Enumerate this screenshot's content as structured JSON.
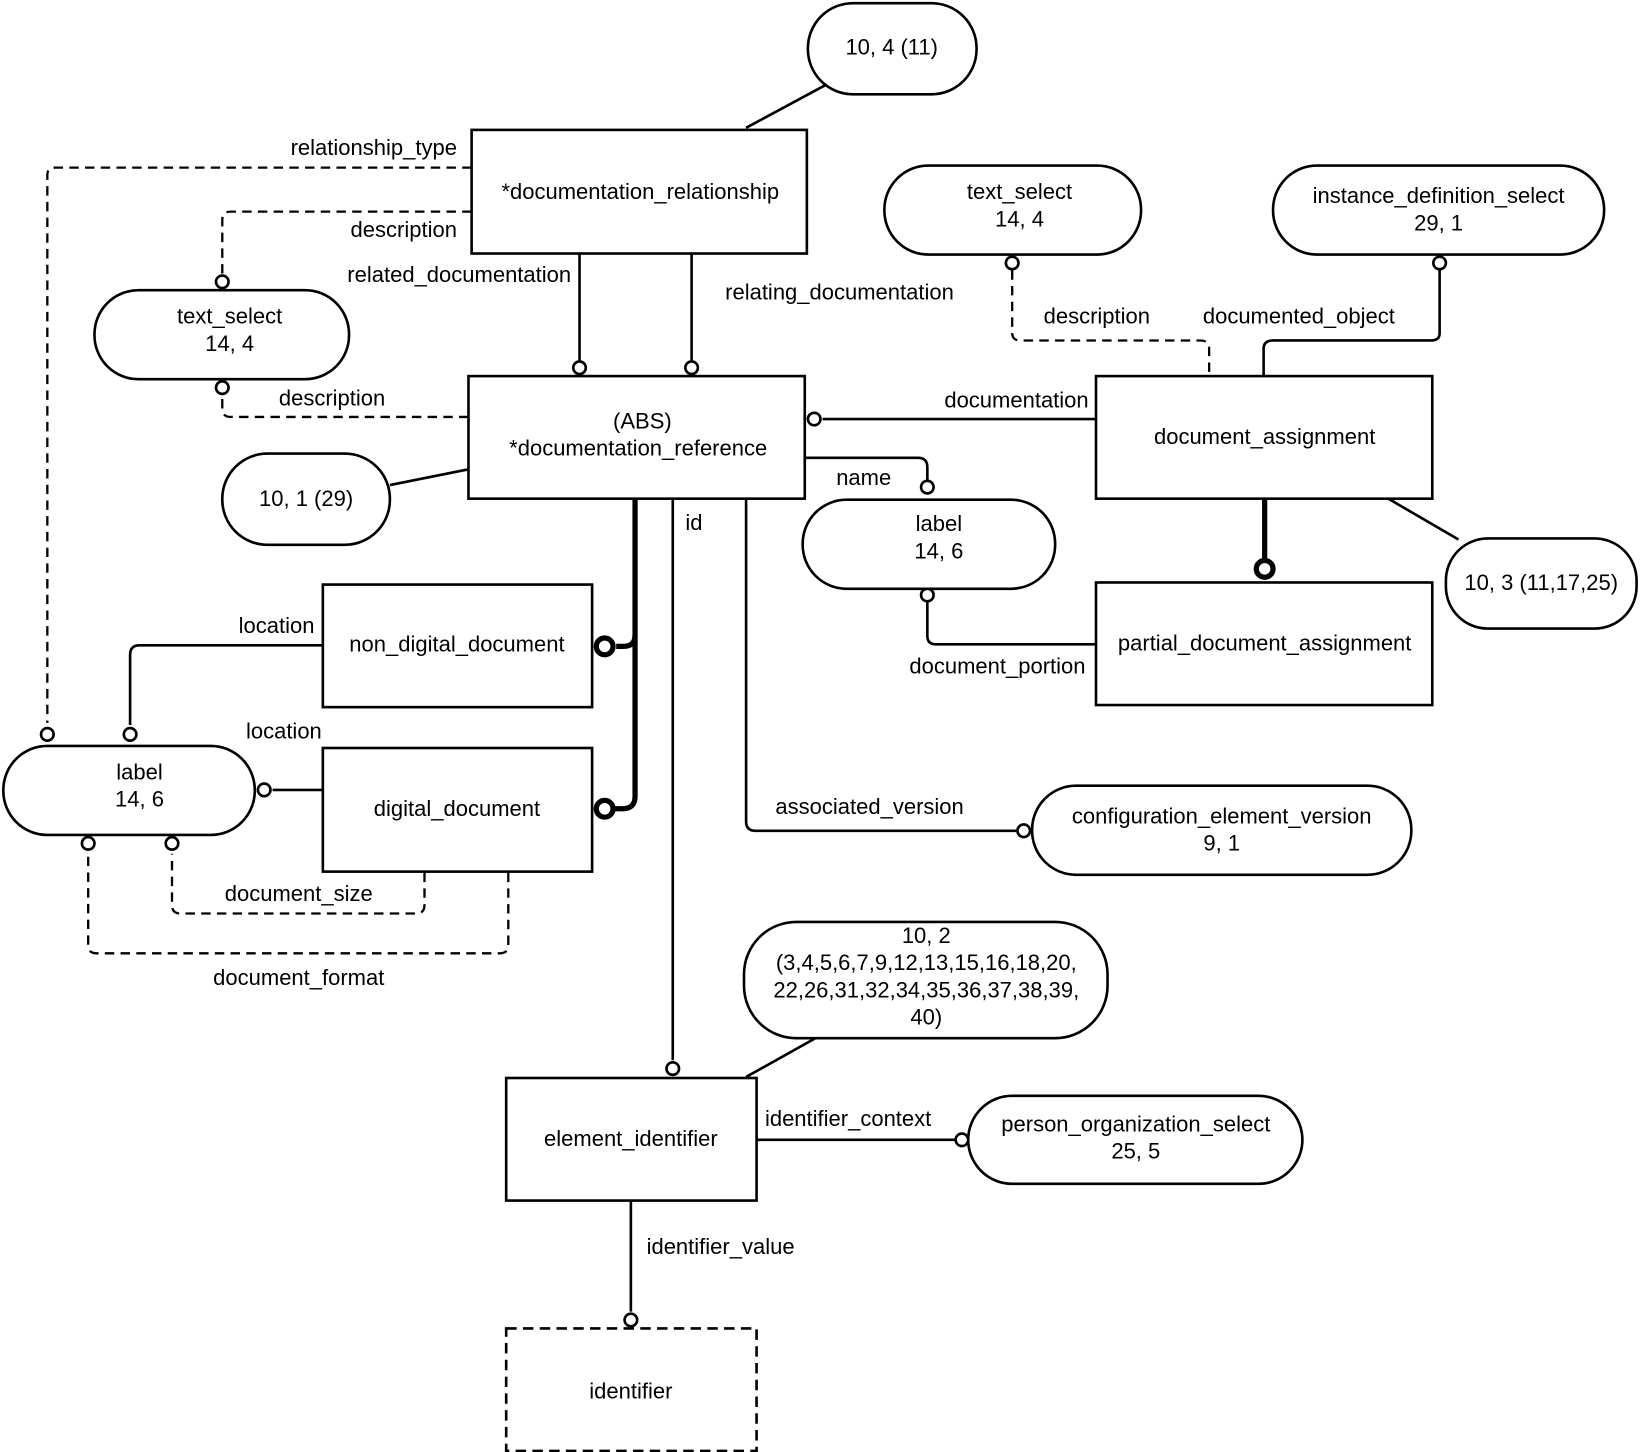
{
  "diagram": {
    "entities": {
      "documentation_relationship": "*documentation_relationship",
      "documentation_reference_abs": "(ABS)",
      "documentation_reference": "*documentation_reference",
      "document_assignment": "document_assignment",
      "partial_document_assignment": "partial_document_assignment",
      "non_digital_document": "non_digital_document",
      "digital_document": "digital_document",
      "element_identifier": "element_identifier",
      "identifier": "identifier"
    },
    "references": {
      "ref_10_4": "10, 4 (11)",
      "ref_10_1": "10, 1 (29)",
      "ref_10_3": "10, 3 (11,17,25)",
      "ref_10_2": [
        "10, 2",
        "(3,4,5,6,7,9,12,13,15,16,18,20,",
        "22,26,31,32,34,35,36,37,38,39,",
        "40)"
      ],
      "text_select_left": [
        "text_select",
        "14, 4"
      ],
      "text_select_right": [
        "text_select",
        "14, 4"
      ],
      "instance_definition_select": [
        "instance_definition_select",
        "29, 1"
      ],
      "label_left": [
        "label",
        "14, 6"
      ],
      "label_mid": [
        "label",
        "14, 6"
      ],
      "configuration_element_version": [
        "configuration_element_version",
        "9, 1"
      ],
      "person_organization_select": [
        "person_organization_select",
        "25, 5"
      ]
    },
    "attributes": {
      "relationship_type": "relationship_type",
      "description_rel": "description",
      "related_documentation": "related_documentation",
      "relating_documentation": "relating_documentation",
      "description_ref": "description",
      "description_assign": "description",
      "documented_object": "documented_object",
      "documentation": "documentation",
      "name": "name",
      "id": "id",
      "document_portion": "document_portion",
      "location_nd": "location",
      "location_d": "location",
      "document_size": "document_size",
      "document_format": "document_format",
      "associated_version": "associated_version",
      "identifier_context": "identifier_context",
      "identifier_value": "identifier_value"
    }
  }
}
